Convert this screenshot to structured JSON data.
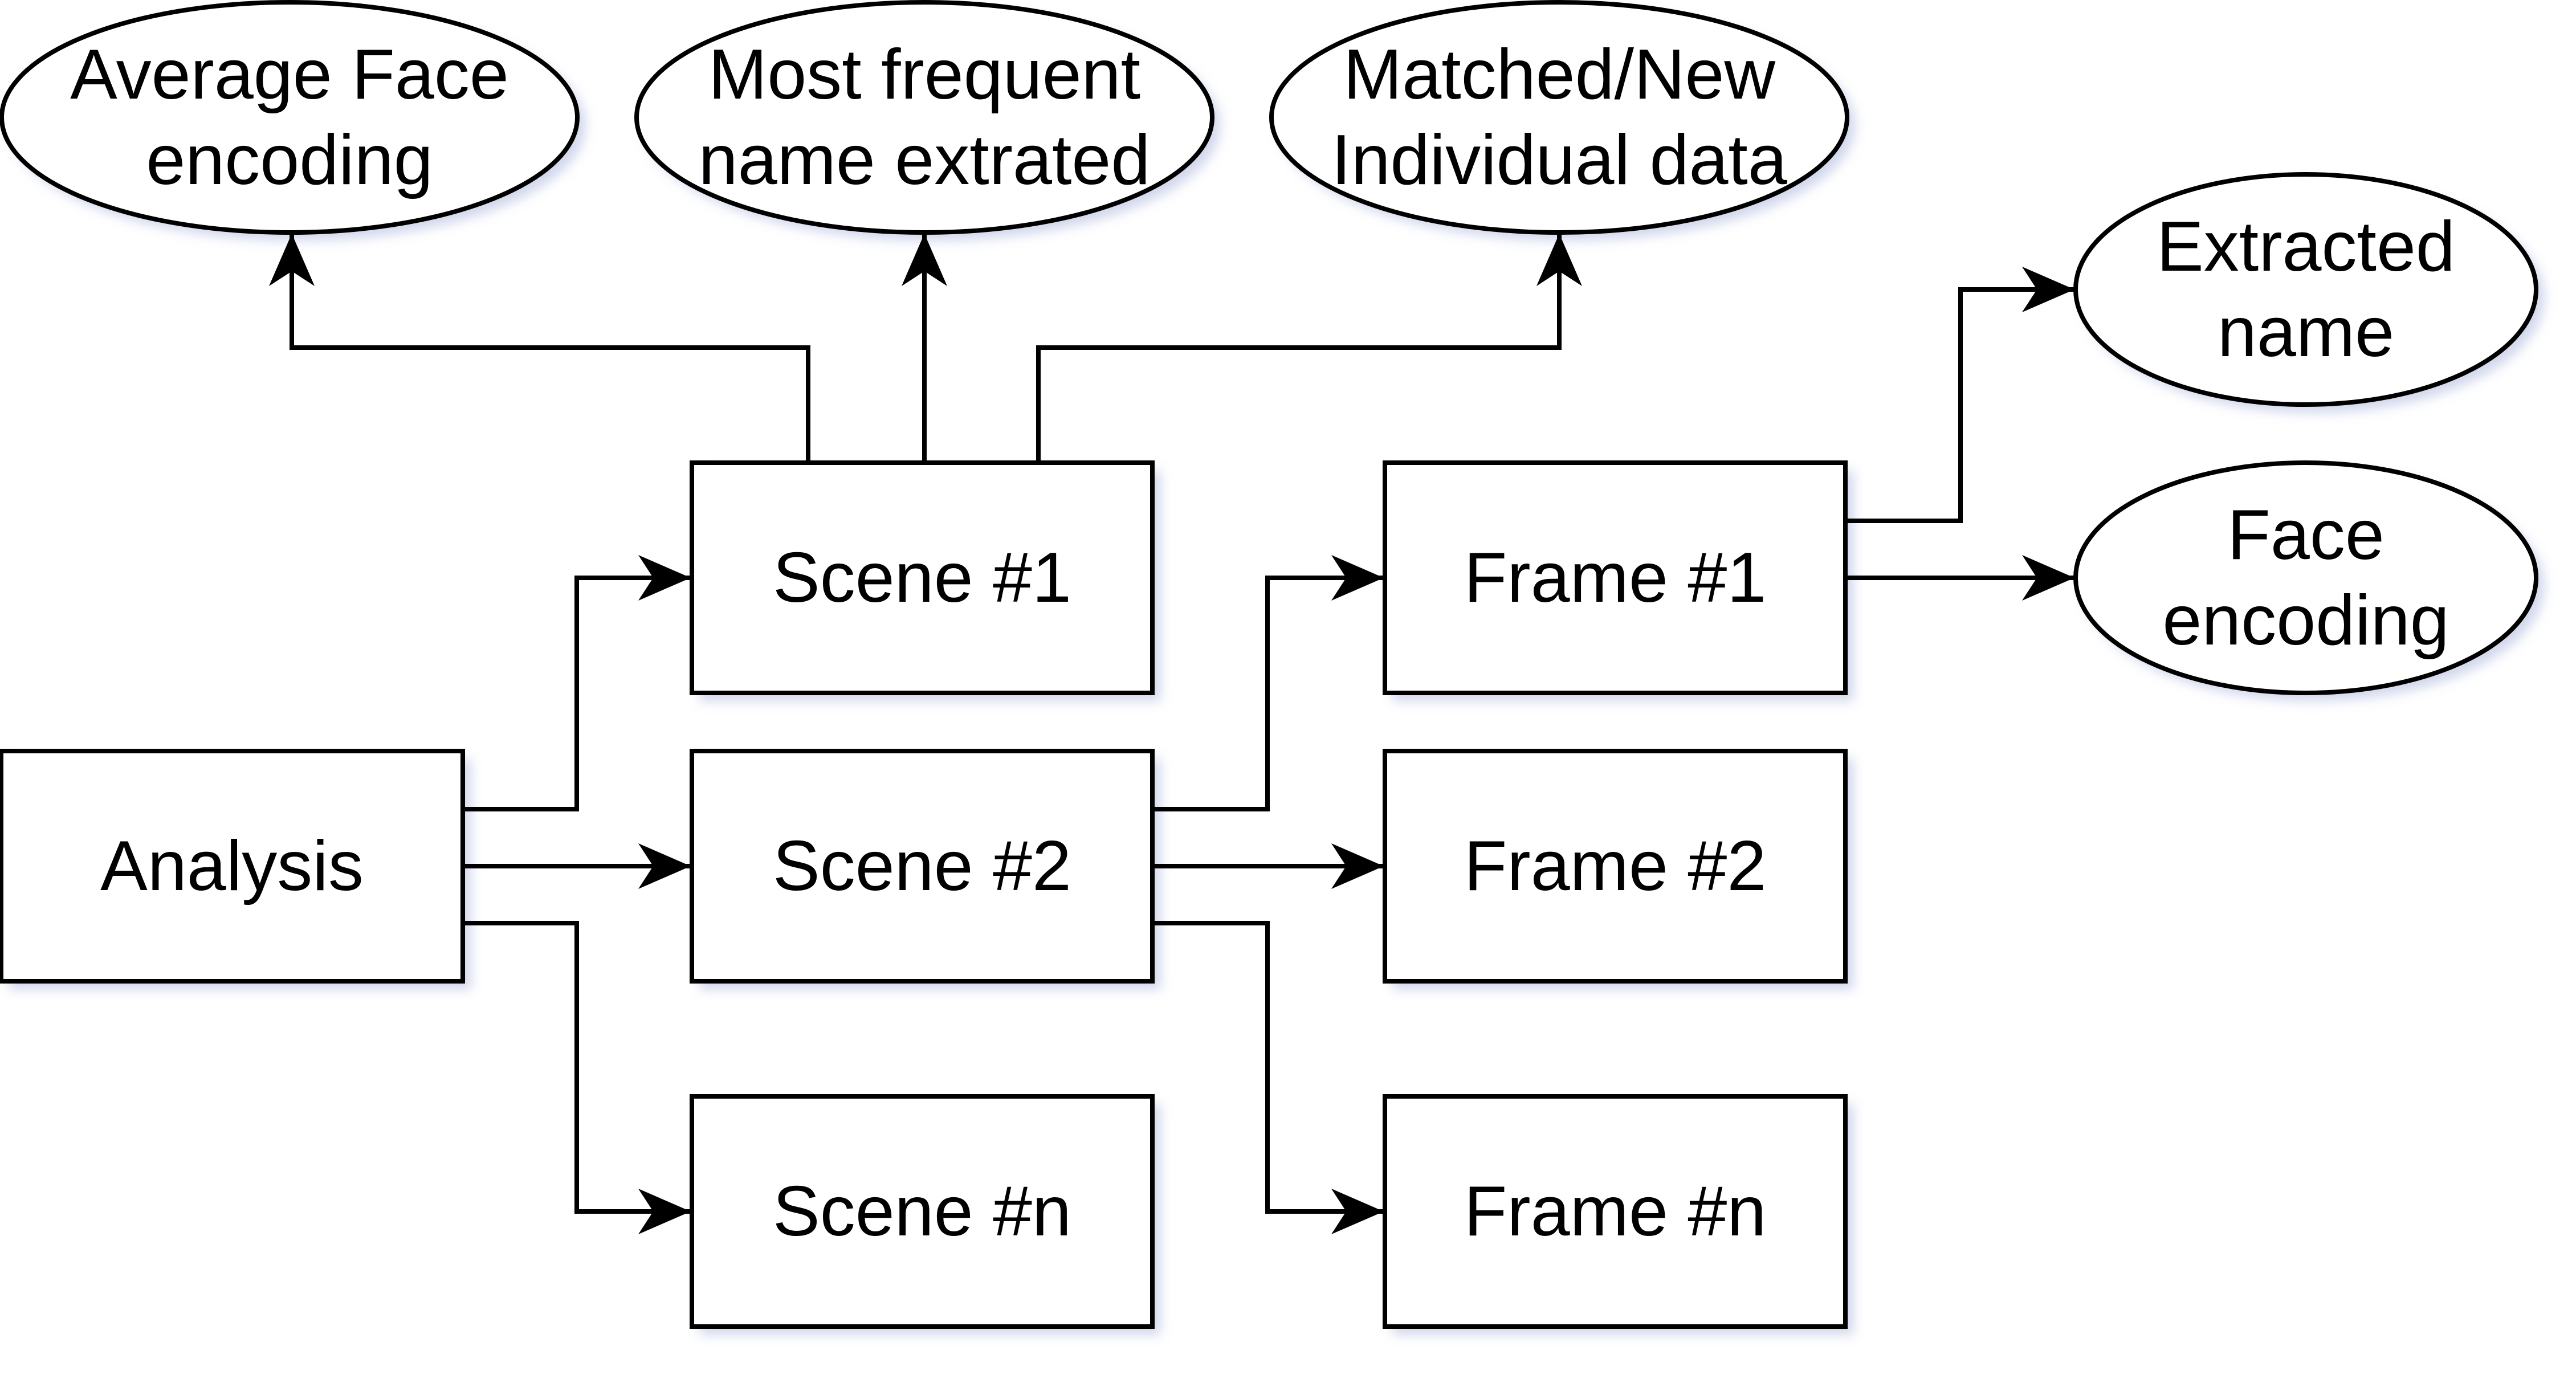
{
  "colors": {
    "stroke": "#000000",
    "fill": "#ffffff",
    "shadow": "#a9b4da"
  },
  "nodes": {
    "analysis": {
      "lines": [
        "Analysis"
      ]
    },
    "scene_1": {
      "lines": [
        "Scene #1"
      ]
    },
    "scene_2": {
      "lines": [
        "Scene #2"
      ]
    },
    "scene_n": {
      "lines": [
        "Scene #n"
      ]
    },
    "frame_1": {
      "lines": [
        "Frame #1"
      ]
    },
    "frame_2": {
      "lines": [
        "Frame #2"
      ]
    },
    "frame_n": {
      "lines": [
        "Frame #n"
      ]
    },
    "average_face_encoding": {
      "lines": [
        "Average Face",
        "encoding"
      ]
    },
    "most_frequent_name": {
      "lines": [
        "Most frequent",
        "name extrated"
      ]
    },
    "matched_new_individual": {
      "lines": [
        "Matched/New",
        "Individual data"
      ]
    },
    "extracted_name": {
      "lines": [
        "Extracted",
        "name"
      ]
    },
    "face_encoding": {
      "lines": [
        "Face",
        "encoding"
      ]
    }
  },
  "edges": [
    {
      "from": "analysis",
      "to": "scene_1"
    },
    {
      "from": "analysis",
      "to": "scene_2"
    },
    {
      "from": "analysis",
      "to": "scene_n"
    },
    {
      "from": "scene_2",
      "to": "frame_1"
    },
    {
      "from": "scene_2",
      "to": "frame_2"
    },
    {
      "from": "scene_2",
      "to": "frame_n"
    },
    {
      "from": "scene_1",
      "to": "average_face_encoding"
    },
    {
      "from": "scene_1",
      "to": "most_frequent_name"
    },
    {
      "from": "scene_1",
      "to": "matched_new_individual"
    },
    {
      "from": "frame_1",
      "to": "extracted_name"
    },
    {
      "from": "frame_1",
      "to": "face_encoding"
    }
  ]
}
